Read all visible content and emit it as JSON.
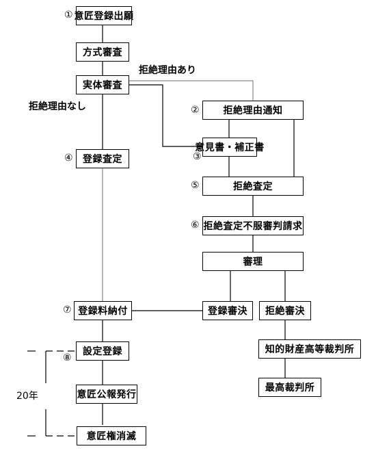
{
  "steps": {
    "application": "意匠登録出願",
    "formality_exam": "方式審査",
    "substantive_exam": "実体審査",
    "rejection_notice": "拒絶理由通知",
    "written_opinion": "意見書・補正書",
    "registration_decision": "登録査定",
    "rejection_decision": "拒絶査定",
    "appeal_request": "拒絶査定不服審判請求",
    "trial": "審理",
    "fee_payment": "登録料納付",
    "registration_trial_decision": "登録審決",
    "rejection_trial_decision": "拒絶審決",
    "setup_registration": "設定登録",
    "ip_high_court": "知的財産高等裁判所",
    "bulletin": "意匠公報発行",
    "supreme_court": "最高裁判所",
    "right_extinction": "意匠権消滅"
  },
  "labels": {
    "with_reason": "拒絶理由あり",
    "no_reason": "拒絶理由なし",
    "duration": "20年"
  },
  "markers": {
    "m1": "①",
    "m2": "②",
    "m3": "③",
    "m4": "④",
    "m5": "⑤",
    "m6": "⑥",
    "m7": "⑦",
    "m8": "⑧"
  }
}
